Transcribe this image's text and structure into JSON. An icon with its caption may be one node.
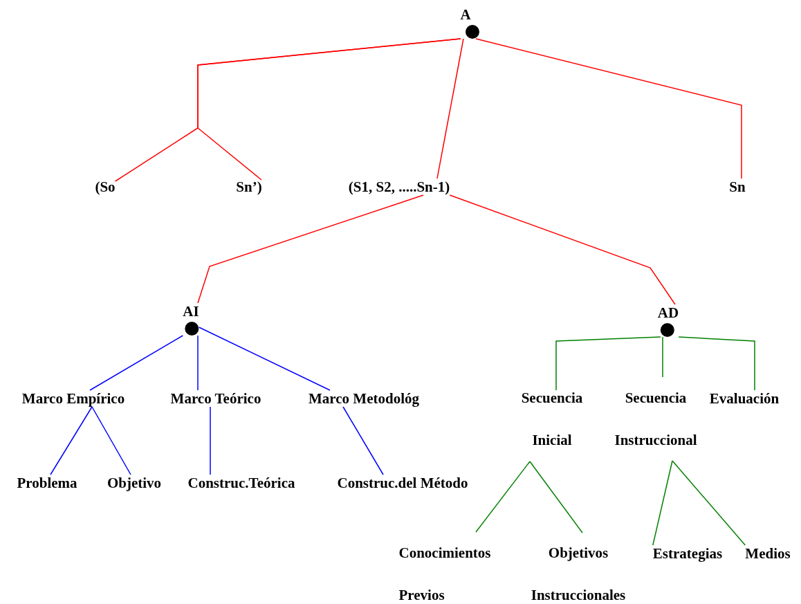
{
  "diagram": {
    "nodes": [
      {
        "text": [
          "A"
        ]
      },
      {
        "text": [
          "(So"
        ]
      },
      {
        "text": [
          "Sn’)"
        ]
      },
      {
        "text": [
          "(S1, S2, .....Sn-1)"
        ]
      },
      {
        "text": [
          "Sn"
        ]
      },
      {
        "text": [
          "AI"
        ]
      },
      {
        "text": [
          "AD"
        ]
      },
      {
        "text": [
          "Marco Empírico"
        ]
      },
      {
        "text": [
          "Marco Teórico"
        ]
      },
      {
        "text": [
          "Marco Metodológ"
        ]
      },
      {
        "text": [
          "Secuencia Inicial"
        ]
      },
      {
        "text": [
          "Secuencia Instruccional"
        ]
      },
      {
        "text": [
          "Evaluación"
        ]
      },
      {
        "text": [
          "Problema"
        ]
      },
      {
        "text": [
          "Objetivo"
        ]
      },
      {
        "text": [
          "Construc.Teórica"
        ]
      },
      {
        "text": [
          "Construc.del Método"
        ]
      },
      {
        "text": [
          "Conocimientos Previos"
        ]
      },
      {
        "text": [
          "Objetivos Instruccionales"
        ]
      },
      {
        "text": [
          "Estrategias"
        ]
      },
      {
        "text": [
          "Medios"
        ]
      }
    ],
    "edges": [
      {
        "from": 0,
        "to": 1,
        "arrow": "none",
        "color": "#ff0000"
      },
      {
        "from": 0,
        "to": 2,
        "arrow": "none",
        "color": "#ff0000"
      },
      {
        "from": 0,
        "to": 3,
        "arrow": "none",
        "color": "#ff0000"
      },
      {
        "from": 0,
        "to": 4,
        "arrow": "none",
        "color": "#ff0000"
      },
      {
        "from": 3,
        "to": 5,
        "arrow": "none",
        "color": "#ff0000"
      },
      {
        "from": 3,
        "to": 6,
        "arrow": "none",
        "color": "#ff0000"
      },
      {
        "from": 5,
        "to": 7,
        "arrow": "none",
        "color": "#0000ff"
      },
      {
        "from": 5,
        "to": 8,
        "arrow": "none",
        "color": "#0000ff"
      },
      {
        "from": 5,
        "to": 9,
        "arrow": "none",
        "color": "#0000ff"
      },
      {
        "from": 7,
        "to": 13,
        "arrow": "none",
        "color": "#0000ff"
      },
      {
        "from": 7,
        "to": 14,
        "arrow": "none",
        "color": "#0000ff"
      },
      {
        "from": 8,
        "to": 15,
        "arrow": "none",
        "color": "#0000ff"
      },
      {
        "from": 9,
        "to": 16,
        "arrow": "none",
        "color": "#0000ff"
      },
      {
        "from": 6,
        "to": 10,
        "arrow": "none",
        "color": "#008000"
      },
      {
        "from": 6,
        "to": 11,
        "arrow": "none",
        "color": "#008000"
      },
      {
        "from": 6,
        "to": 12,
        "arrow": "none",
        "color": "#008000"
      },
      {
        "from": 10,
        "to": 17,
        "arrow": "none",
        "color": "#008000"
      },
      {
        "from": 10,
        "to": 18,
        "arrow": "none",
        "color": "#008000"
      },
      {
        "from": 11,
        "to": 19,
        "arrow": "none",
        "color": "#008000"
      },
      {
        "from": 11,
        "to": 20,
        "arrow": "none",
        "color": "#008000"
      }
    ]
  }
}
